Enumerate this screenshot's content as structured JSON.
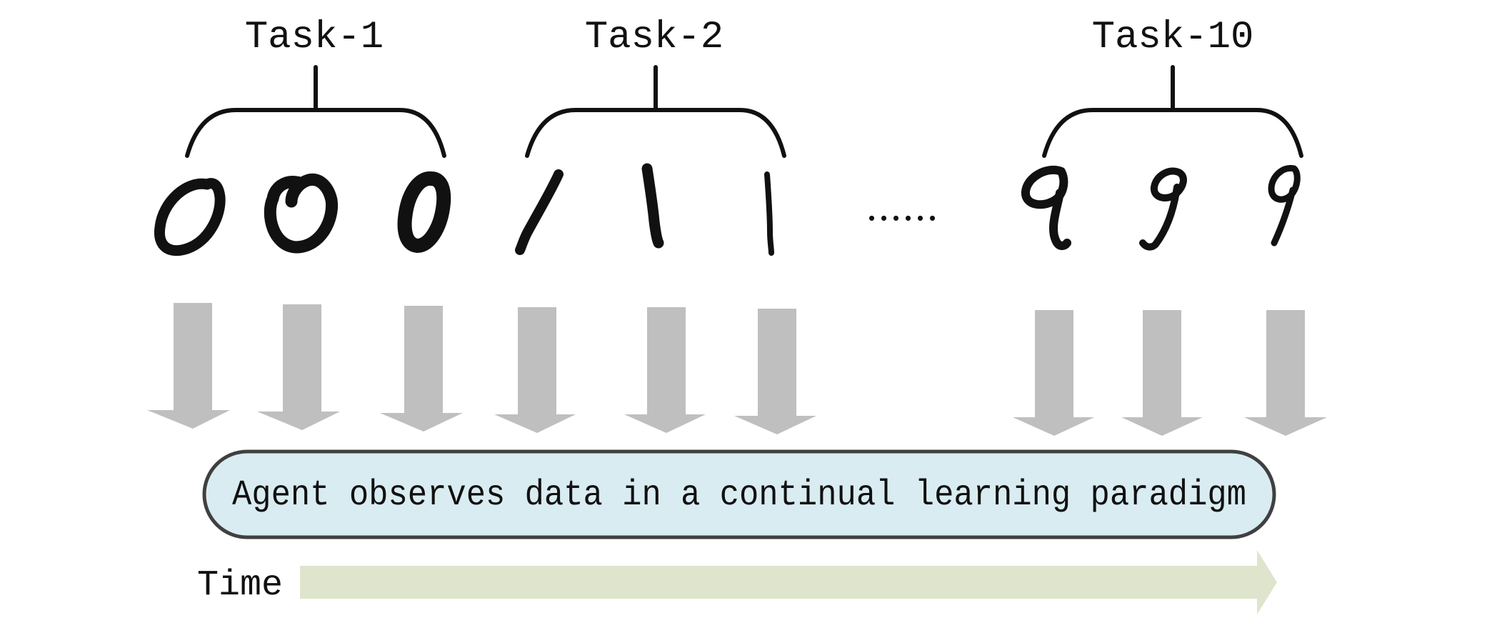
{
  "tasks": [
    {
      "label": "Task-1",
      "digits": [
        "0",
        "0",
        "0"
      ]
    },
    {
      "label": "Task-2",
      "digits": [
        "1",
        "1",
        "1"
      ]
    },
    {
      "label": "Task-10",
      "digits": [
        "9",
        "9",
        "9"
      ]
    }
  ],
  "ellipsis": "......",
  "agent_box": {
    "text": "Agent observes data in a continual learning paradigm",
    "fill": "#d9ecf2",
    "border": "#404040"
  },
  "timeline": {
    "label": "Time",
    "arrow_color": "#dee5cc"
  },
  "colors": {
    "down_arrow": "#bfbfbf",
    "ink": "#111111"
  }
}
